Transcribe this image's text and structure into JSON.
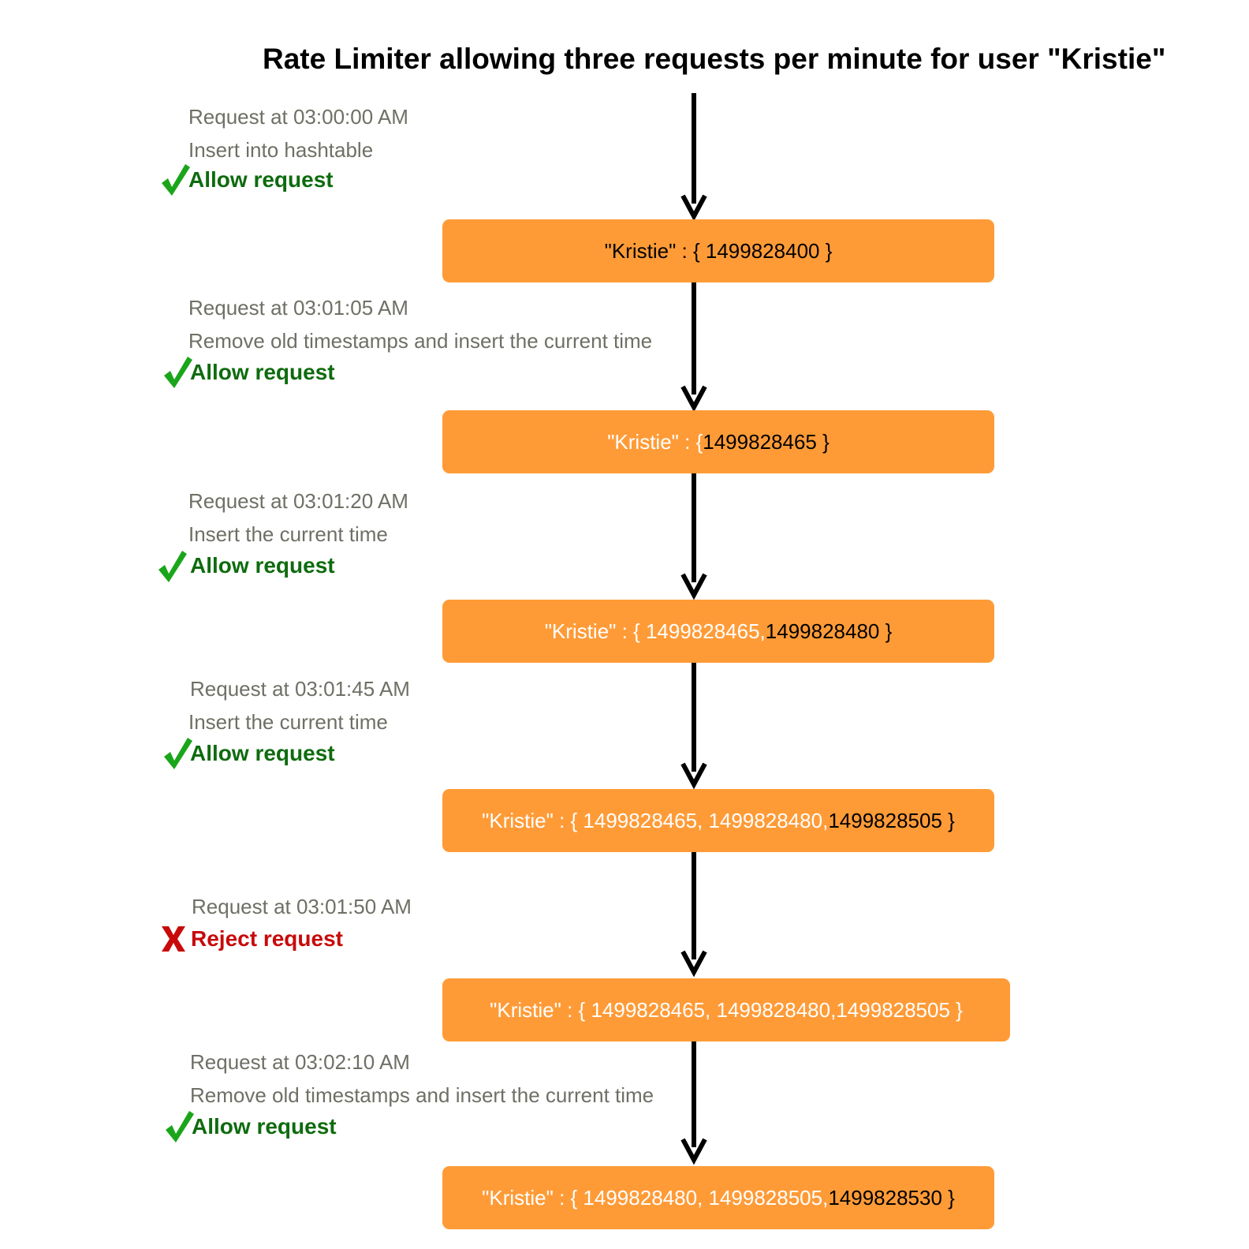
{
  "title": "Rate Limiter allowing three requests per minute for user \"Kristie\"",
  "colors": {
    "box": "#ff9b37",
    "allow": "#0e6b0e",
    "check": "#1aa51a",
    "reject": "#c80a0a",
    "note": "#6f6f66"
  },
  "steps": [
    {
      "request": "Request at 03:00:00 AM",
      "action": "Insert into hashtable",
      "verdict": "Allow request",
      "verdict_icon": "check-icon",
      "state": {
        "prefix_white": "",
        "prefix_black": "\"Kristie\" : { 1499828400 }"
      }
    },
    {
      "request": "Request at 03:01:05 AM",
      "action": "Remove old timestamps and insert the current time",
      "verdict": "Allow request",
      "verdict_icon": "check-icon",
      "state": {
        "prefix_white": "\"Kristie\" : { ",
        "prefix_black": "1499828465 }"
      }
    },
    {
      "request": "Request at 03:01:20 AM",
      "action": "Insert the current time",
      "verdict": "Allow request",
      "verdict_icon": "check-icon",
      "state": {
        "prefix_white": "\"Kristie\" : { 1499828465, ",
        "prefix_black": "1499828480 }"
      }
    },
    {
      "request": "Request at 03:01:45 AM",
      "action": "Insert the current time",
      "verdict": "Allow request",
      "verdict_icon": "check-icon",
      "state": {
        "prefix_white": "\"Kristie\" : { 1499828465, 1499828480, ",
        "prefix_black": "1499828505 }"
      }
    },
    {
      "request": "Request at 03:01:50 AM",
      "action": "",
      "verdict": "Reject request",
      "verdict_icon": "cross-icon",
      "state": {
        "prefix_white": "\"Kristie\" : { 1499828465, 1499828480,1499828505 }",
        "prefix_black": ""
      }
    },
    {
      "request": "Request at 03:02:10 AM",
      "action": "Remove old timestamps and insert the current time",
      "verdict": "Allow request",
      "verdict_icon": "check-icon",
      "state": {
        "prefix_white": "\"Kristie\" : { 1499828480, 1499828505, ",
        "prefix_black": "1499828530 }"
      }
    }
  ]
}
